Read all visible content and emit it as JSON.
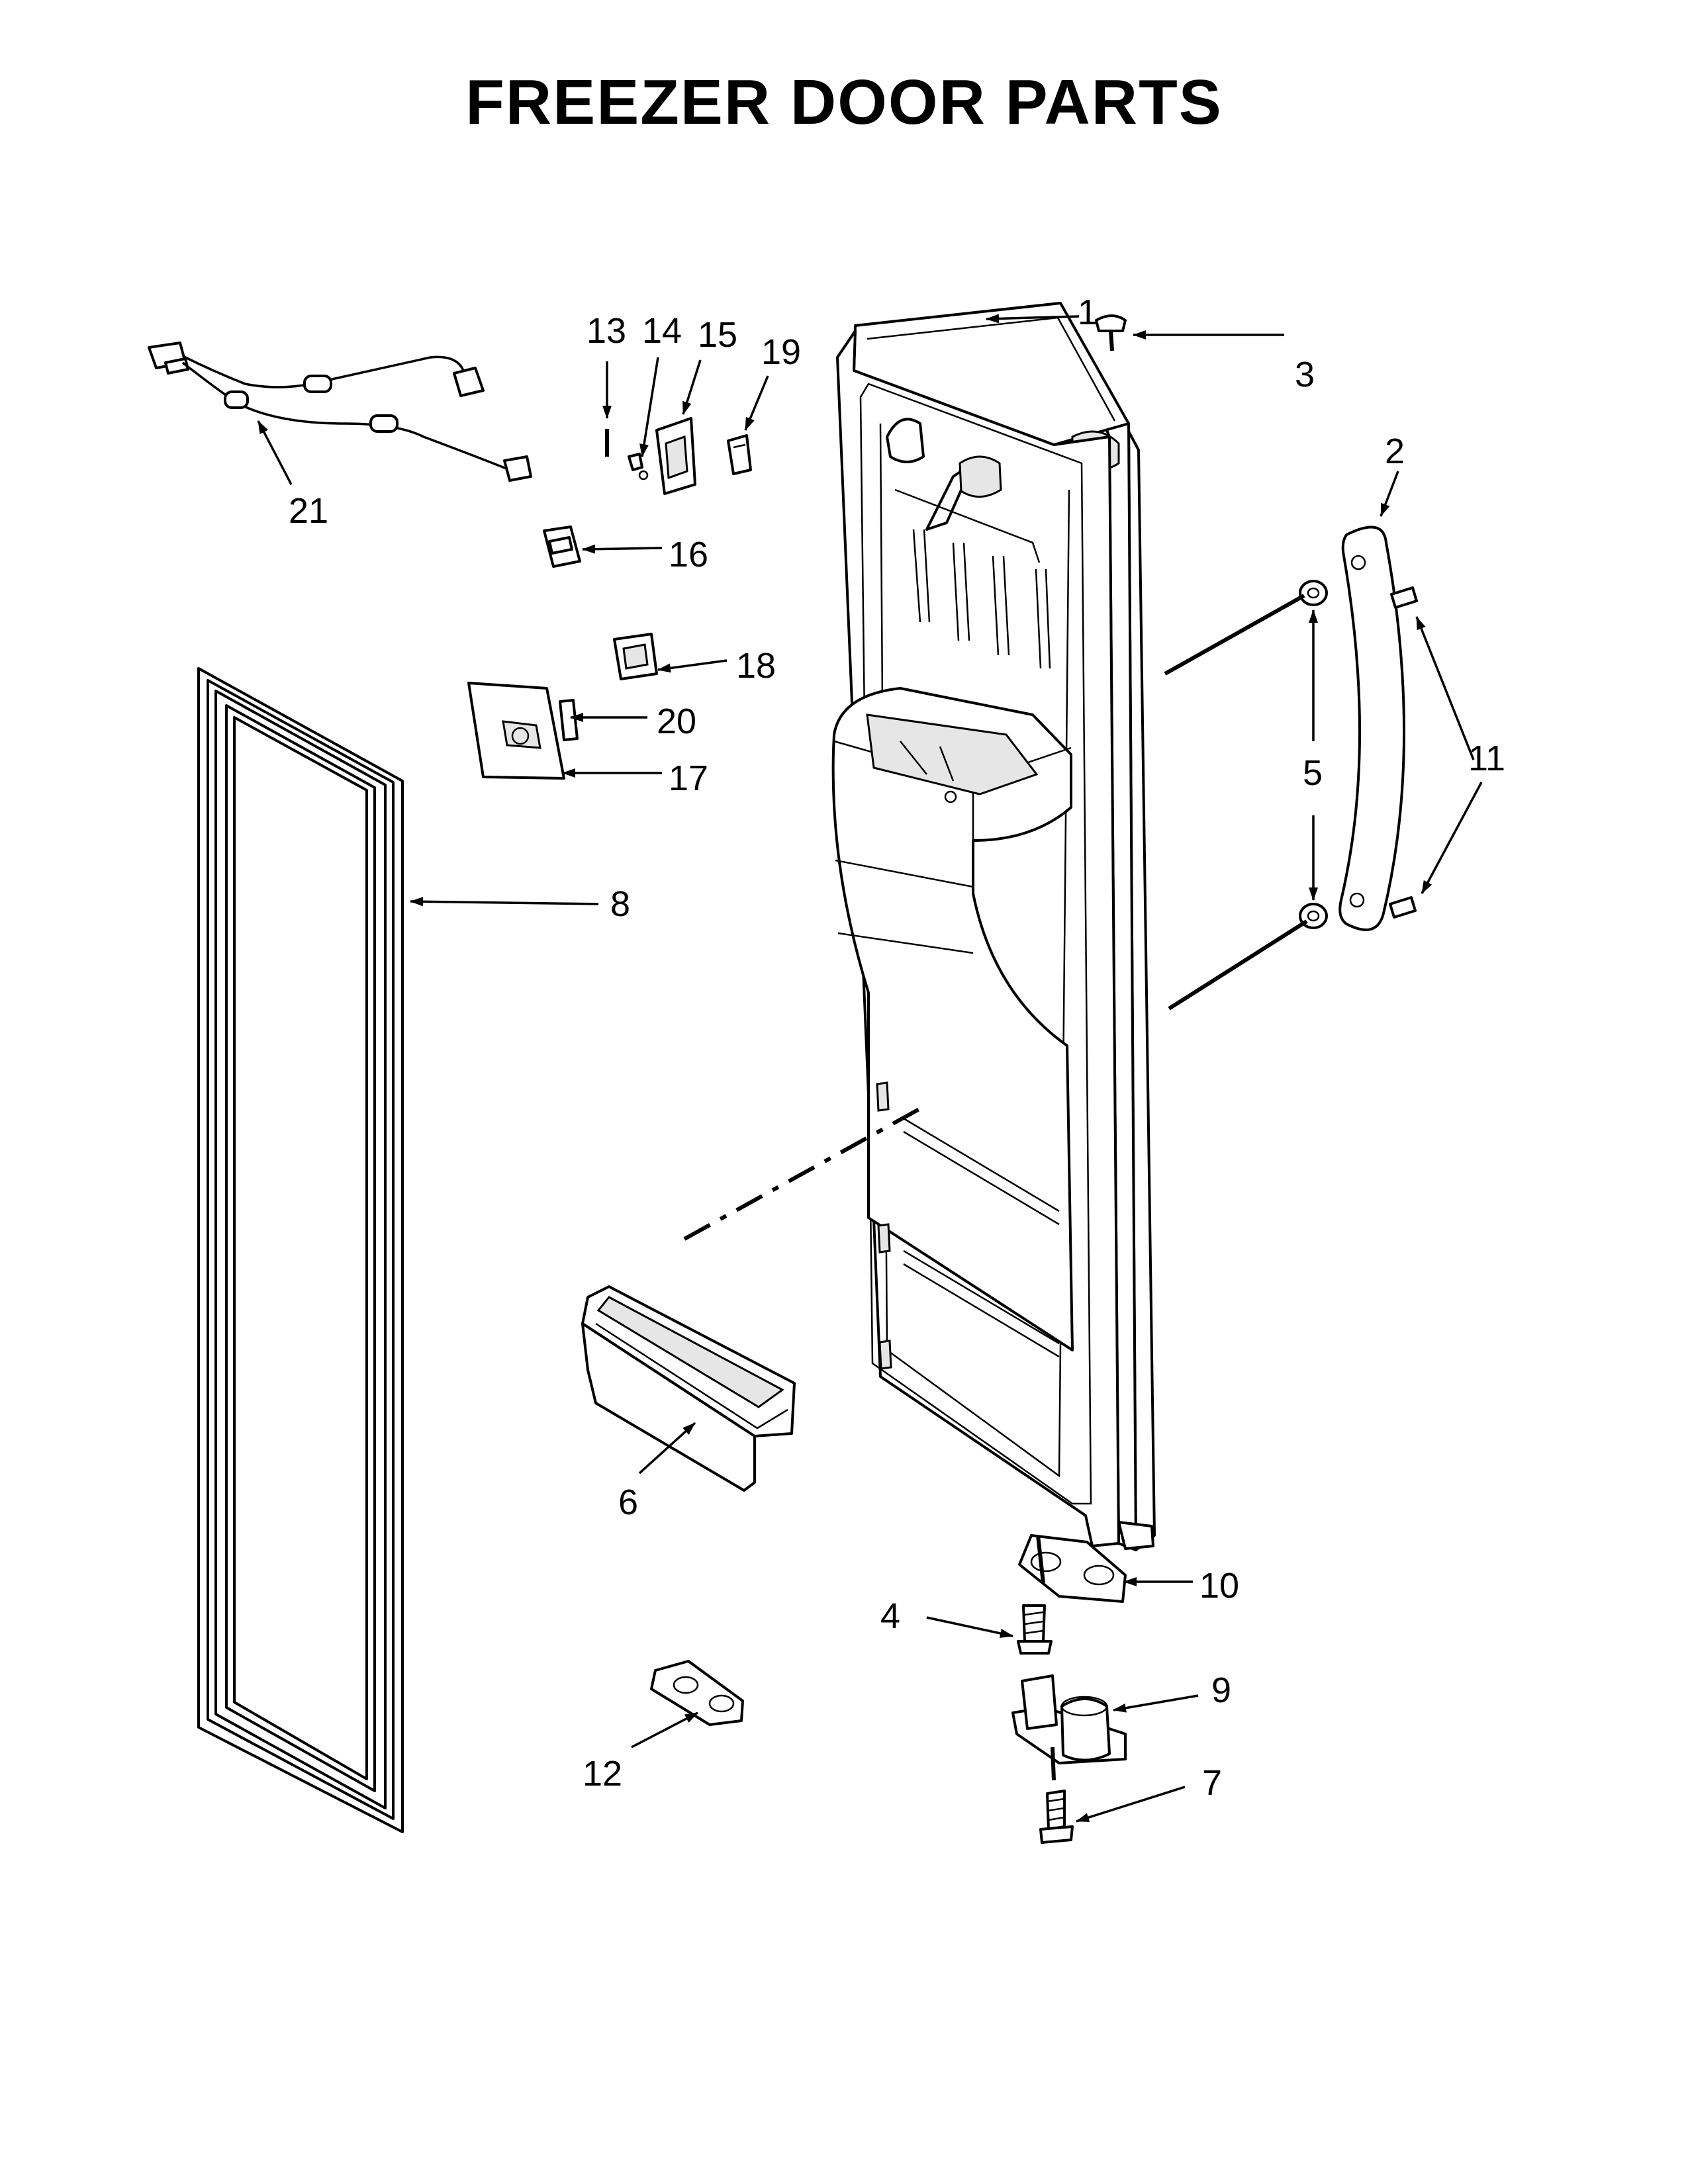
{
  "title": "FREEZER DOOR PARTS",
  "callouts": {
    "c1": "1",
    "c2": "2",
    "c3": "3",
    "c4": "4",
    "c5": "5",
    "c6": "6",
    "c7": "7",
    "c8": "8",
    "c9": "9",
    "c10": "10",
    "c11": "11",
    "c12": "12",
    "c13": "13",
    "c14": "14",
    "c15": "15",
    "c16": "16",
    "c17": "17",
    "c18": "18",
    "c19": "19",
    "c20": "20",
    "c21": "21"
  }
}
